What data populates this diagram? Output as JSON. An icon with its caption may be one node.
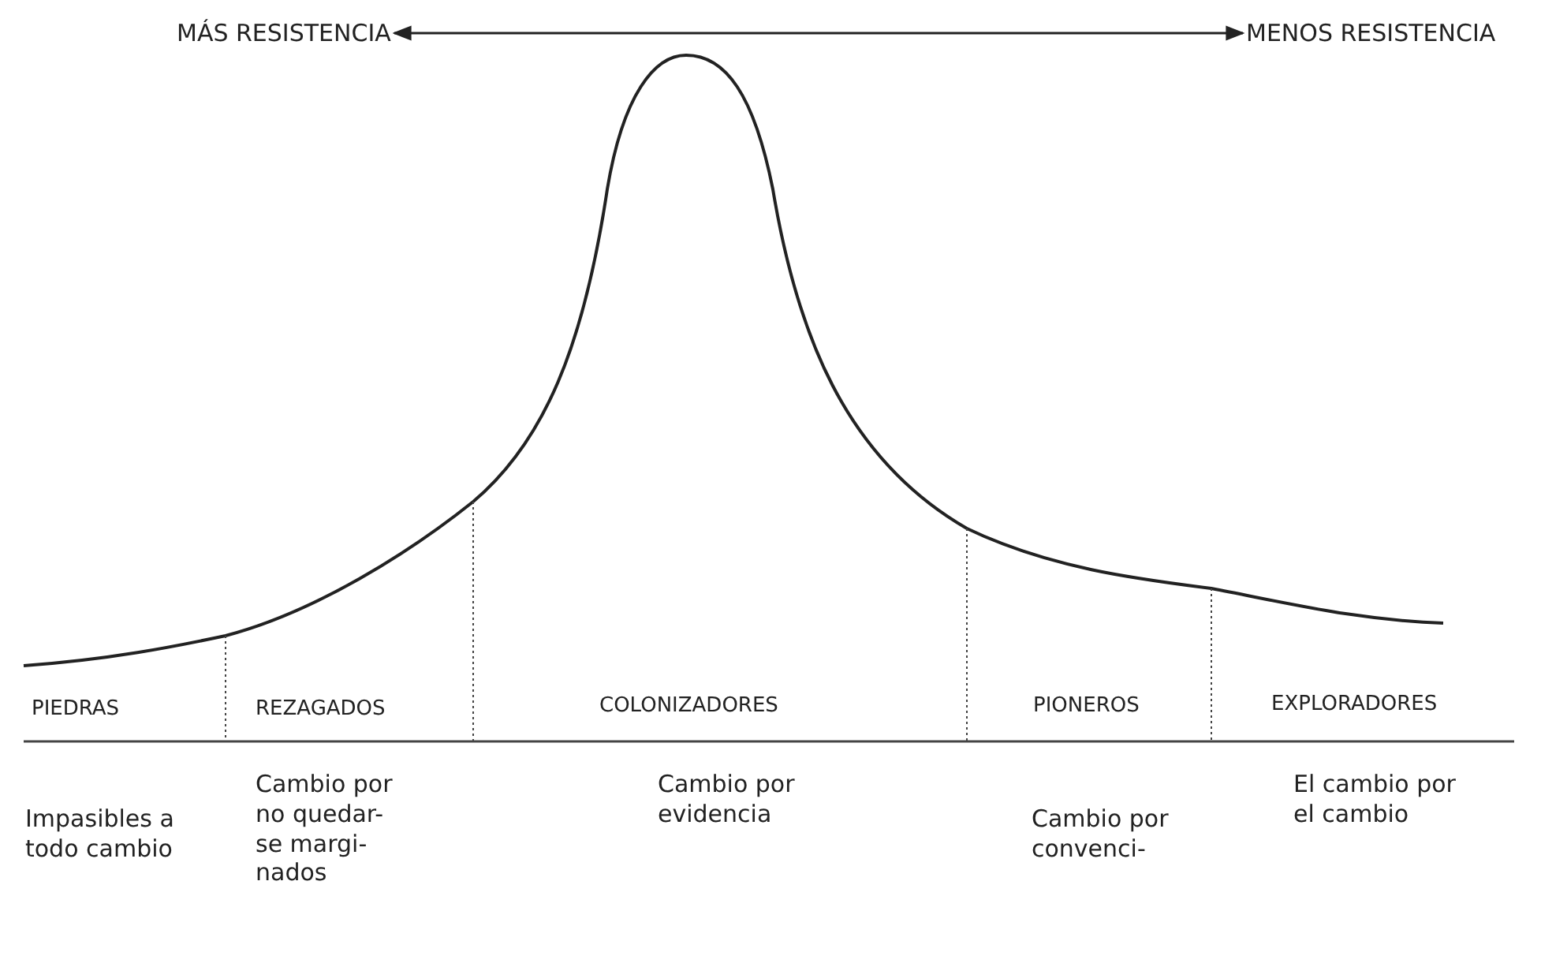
{
  "diagram": {
    "nodes": [
      {
        "text": [
          "MÁS RESISTENCIA"
        ]
      },
      {
        "text": [
          "MENOS RESISTENCIA"
        ]
      }
    ],
    "edges": [
      {
        "from": 0,
        "to": 1,
        "arrow": "both"
      }
    ],
    "labels": [
      "PIEDRAS",
      "REZAGADOS",
      "COLONIZADORES",
      "PIONEROS",
      "EXPLORADORES",
      "Impasibles a todo cambio",
      "Cambio por no quedar- se margi- nados",
      "Cambio por evidencia",
      "Cambio por convenci-",
      "El cambio por el cambio"
    ]
  }
}
